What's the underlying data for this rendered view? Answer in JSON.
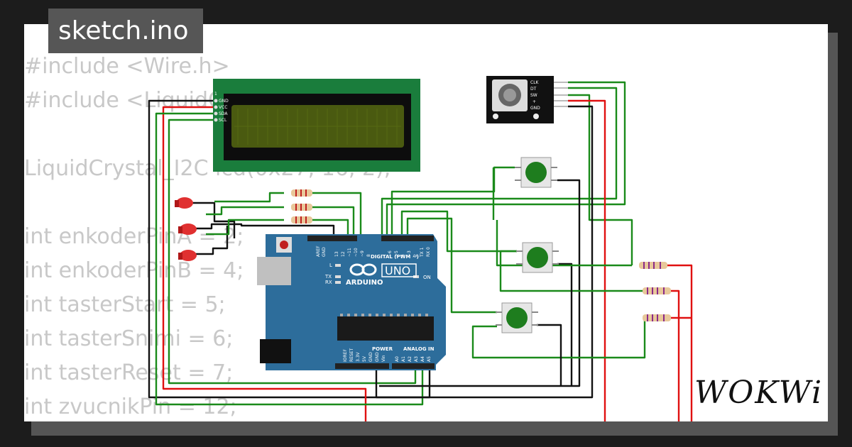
{
  "file_tab": {
    "label": "sketch.ino"
  },
  "code": {
    "lines": [
      "#include <Wire.h>",
      "#include <LiquidCrystal_I2C.h>",
      "",
      "LiquidCrystal_I2C lcd(0x27, 16, 2);",
      "",
      "int enkoderPinA = 2;",
      "int enkoderPinB = 4;",
      "int tasterStart = 5;",
      "int tasterSnimi = 6;",
      "int tasterReset = 7;",
      "int zvucnikPin = 12;"
    ]
  },
  "brand": {
    "logo": "WOKWi"
  },
  "lcd": {
    "pins": [
      "GND",
      "VCC",
      "SDA",
      "SCL"
    ]
  },
  "encoder": {
    "pins": [
      "CLK",
      "DT",
      "SW",
      "+",
      "GND"
    ]
  },
  "arduino": {
    "logo_text": "ARDUINO",
    "model": "UNO",
    "digital_label": "DIGITAL (PWM ~)",
    "analog_label": "ANALOG IN",
    "power_label": "POWER",
    "on_label": "ON",
    "led_labels": [
      "L",
      "TX",
      "RX"
    ],
    "top_pins": [
      "AREF",
      "GND",
      "13",
      "12",
      "~11",
      "~10",
      "~9",
      "8",
      "7",
      "~6",
      "~5",
      "4",
      "~3",
      "2",
      "TX 1",
      "RX 0"
    ],
    "bottom_pins": [
      "IOREF",
      "RESET",
      "3.3V",
      "5V",
      "GND",
      "GND",
      "Vin",
      "A0",
      "A1",
      "A2",
      "A3",
      "A4",
      "A5"
    ]
  },
  "colors": {
    "wire_green": "#1a8a1a",
    "wire_red": "#e01010",
    "wire_black": "#111111",
    "board_blue": "#2d6d9b",
    "button_green": "#1e7d1e",
    "pcb_green": "#1a7d3c",
    "lcd_screen": "#4a5a10"
  }
}
